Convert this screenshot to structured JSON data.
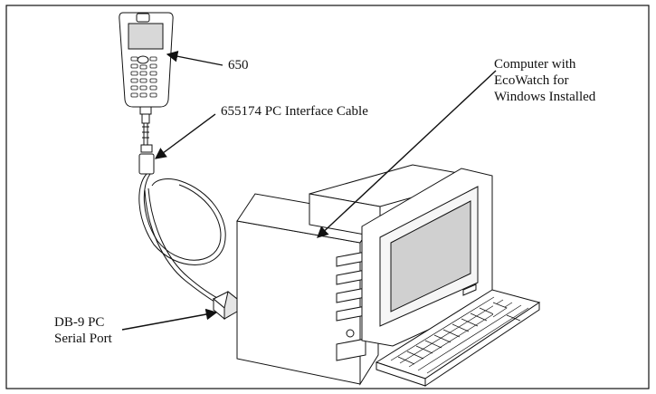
{
  "labels": {
    "device": "650",
    "cable": "655174 PC Interface Cable",
    "computer": [
      "Computer with",
      "EcoWatch for",
      "Windows Installed"
    ],
    "port": [
      "DB-9 PC",
      "Serial Port"
    ]
  },
  "colors": {
    "line": "#111111",
    "paper": "#ffffff",
    "screen": "#cfcfcf"
  }
}
